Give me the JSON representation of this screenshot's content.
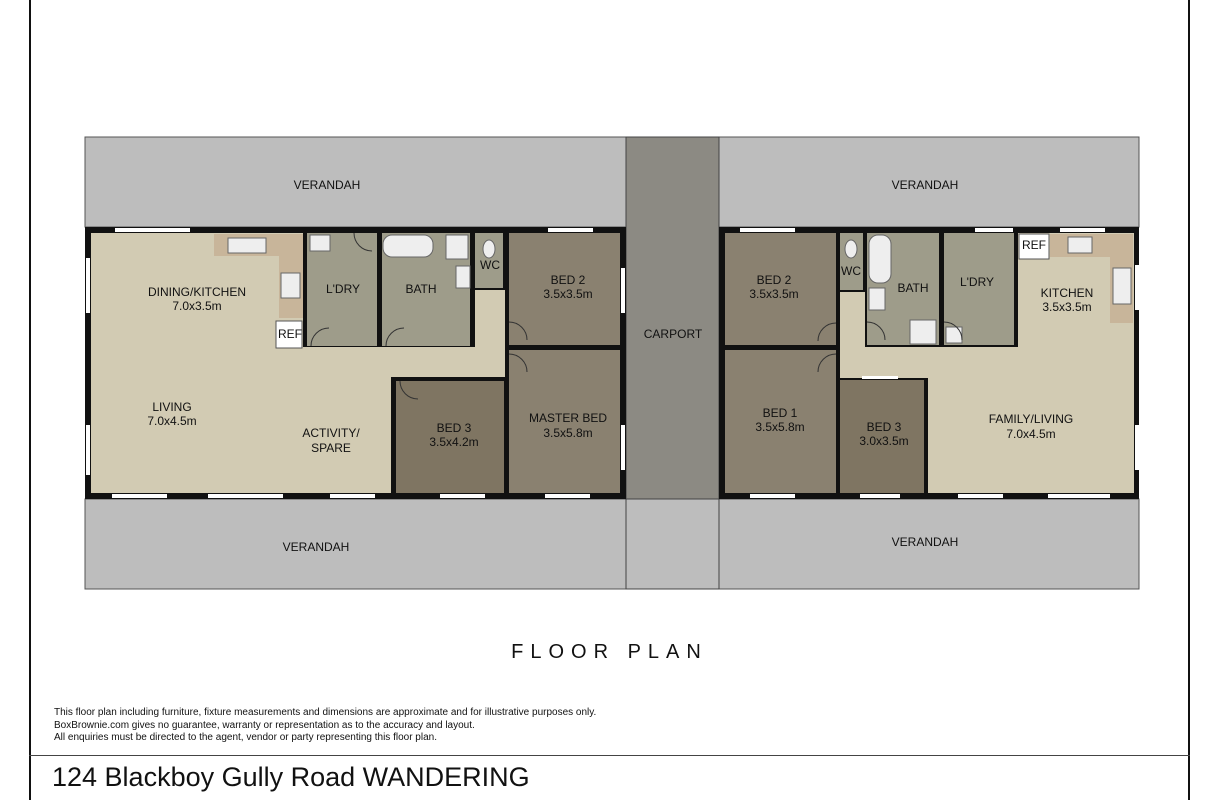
{
  "plan": {
    "left_unit": {
      "verandah_top": "VERANDAH",
      "verandah_bottom": "VERANDAH",
      "dining_kitchen": {
        "name": "DINING/KITCHEN",
        "size": "7.0x3.5m"
      },
      "living": {
        "name": "LIVING",
        "size": "7.0x4.5m"
      },
      "activity": {
        "line1": "ACTIVITY/",
        "line2": "SPARE"
      },
      "laundry": "L'DRY",
      "bath": "BATH",
      "wc": "WC",
      "ref": "REF",
      "bed2": {
        "name": "BED 2",
        "size": "3.5x3.5m"
      },
      "bed3": {
        "name": "BED 3",
        "size": "3.5x4.2m"
      },
      "master": {
        "name": "MASTER BED",
        "size": "3.5x5.8m"
      }
    },
    "carport": "CARPORT",
    "right_unit": {
      "verandah_top": "VERANDAH",
      "verandah_bottom": "VERANDAH",
      "bed2": {
        "name": "BED 2",
        "size": "3.5x3.5m"
      },
      "wc": "WC",
      "bath": "BATH",
      "laundry": "L'DRY",
      "ref": "REF",
      "kitchen": {
        "name": "KITCHEN",
        "size": "3.5x3.5m"
      },
      "bed1": {
        "name": "BED 1",
        "size": "3.5x5.8m"
      },
      "bed3": {
        "name": "BED 3",
        "size": "3.0x3.5m"
      },
      "family": {
        "name": "FAMILY/LIVING",
        "size": "7.0x4.5m"
      }
    }
  },
  "title": "FLOOR PLAN",
  "disclaimer": {
    "line1": "This floor plan including furniture, fixture measurements and dimensions are approximate and for illustrative purposes only.",
    "line2": "BoxBrownie.com gives no guarantee, warranty or representation as to the accuracy and layout.",
    "line3": "All enquiries must be directed to the agent, vendor or party representing this floor plan."
  },
  "address": "124 Blackboy Gully Road WANDERING",
  "colors": {
    "verandah": "#bdbdbd",
    "carport": "#8c8a83",
    "beige_floor": "#d2cbb3",
    "wet_area": "#9e9c8a",
    "bedroom": "#8a8170",
    "bedroom_dark": "#7f7562",
    "wall": "#111111"
  }
}
